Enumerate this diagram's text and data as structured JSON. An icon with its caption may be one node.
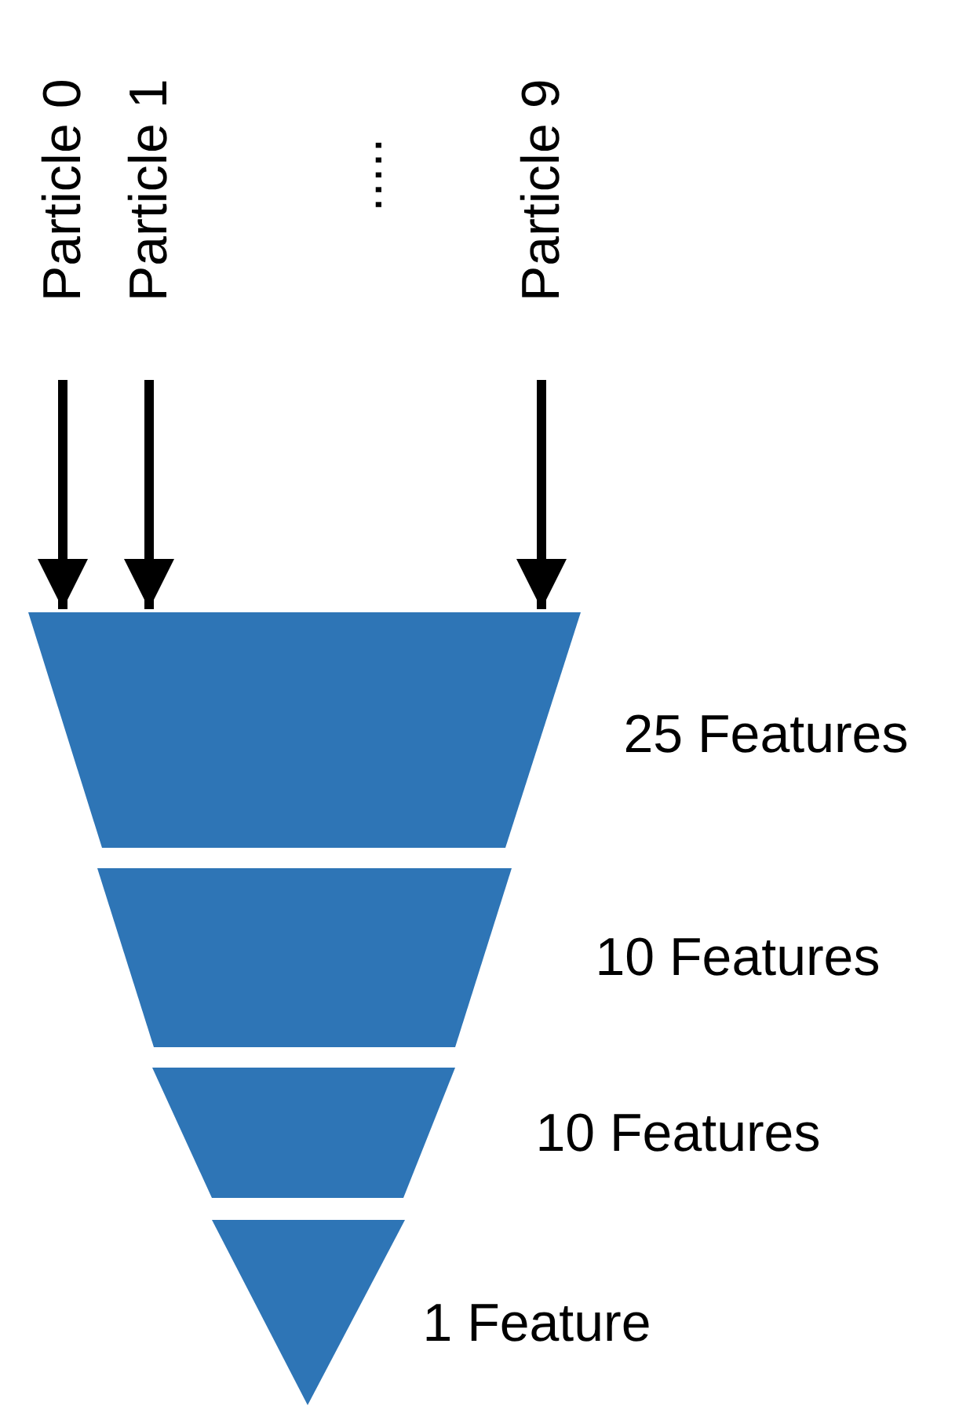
{
  "diagram": {
    "nodes": [
      {
        "text": [
          "Particle 0"
        ]
      },
      {
        "text": [
          "Particle 1"
        ]
      },
      {
        "text": [
          "Particle 9"
        ]
      },
      {
        "text": [],
        "shape": "trapezoid",
        "beside": [
          "25 Features"
        ]
      },
      {
        "text": [],
        "shape": "trapezoid",
        "beside": [
          "10 Features"
        ]
      },
      {
        "text": [],
        "shape": "trapezoid",
        "beside": [
          "10 Features"
        ]
      },
      {
        "text": [],
        "shape": "triangle",
        "beside": [
          "1 Feature"
        ]
      }
    ],
    "edges": [
      {
        "from": 0,
        "to": 3,
        "arrow": "to"
      },
      {
        "from": 1,
        "to": 3,
        "arrow": "to"
      },
      {
        "from": 2,
        "to": 3,
        "arrow": "to"
      }
    ],
    "labels": [
      "....."
    ]
  }
}
